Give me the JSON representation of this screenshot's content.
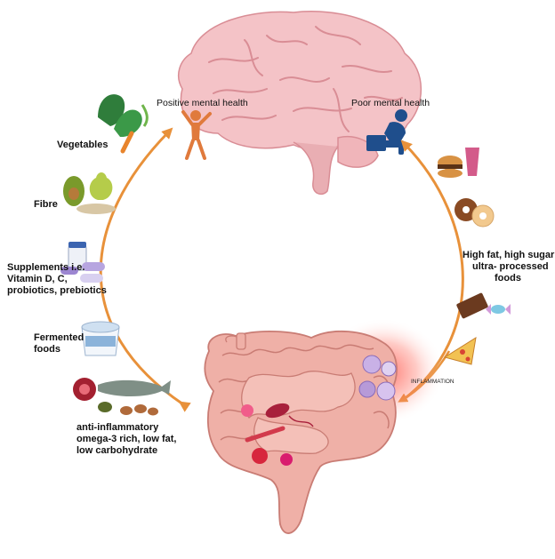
{
  "labels": {
    "positive": "Positive mental health",
    "poor": "Poor mental health",
    "vegetables": "Vegetables",
    "fibre": "Fibre",
    "supplements": [
      "Supplements i.e.",
      "Vitamin D, C,",
      "probiotics, prebiotics"
    ],
    "fermented": [
      "Fermented",
      "foods"
    ],
    "anti_inflammatory": [
      "anti-inflammatory",
      "omega-3 rich, low fat,",
      "low carbohydrate"
    ],
    "high_fat": [
      "High fat, high sugar",
      "ultra- processed",
      "foods"
    ],
    "inflammation": "INFLAMMATION"
  },
  "colors": {
    "arrow": "#e8913a",
    "brain": "#f2b8bd",
    "gut": "#e79b92",
    "person_positive": "#e07a3c",
    "person_poor": "#1f4e8c",
    "inflammation_glow": "#ff3b30"
  }
}
